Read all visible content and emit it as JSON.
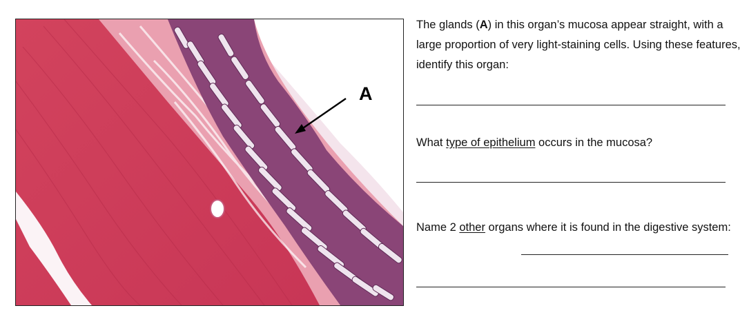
{
  "figure": {
    "label_a": "A"
  },
  "questions": {
    "q1_part1": "The glands (",
    "q1_bold": "A",
    "q1_part2": ") in this organ’s mucosa appear straight, with a large proportion of very light-staining cells. Using these features, identify this organ:",
    "q2_part1": "What ",
    "q2_underlined": "type of epithelium",
    "q2_part2": " occurs in the mucosa?",
    "q3_part1": "Name 2 ",
    "q3_underlined": "other",
    "q3_part2": " organs where it is found in the digestive system:"
  },
  "colors": {
    "muscle": "#d9485f",
    "connective": "#e88797",
    "gland": "#6f3560",
    "goblet": "#efe6ef",
    "background": "#ffffff"
  }
}
